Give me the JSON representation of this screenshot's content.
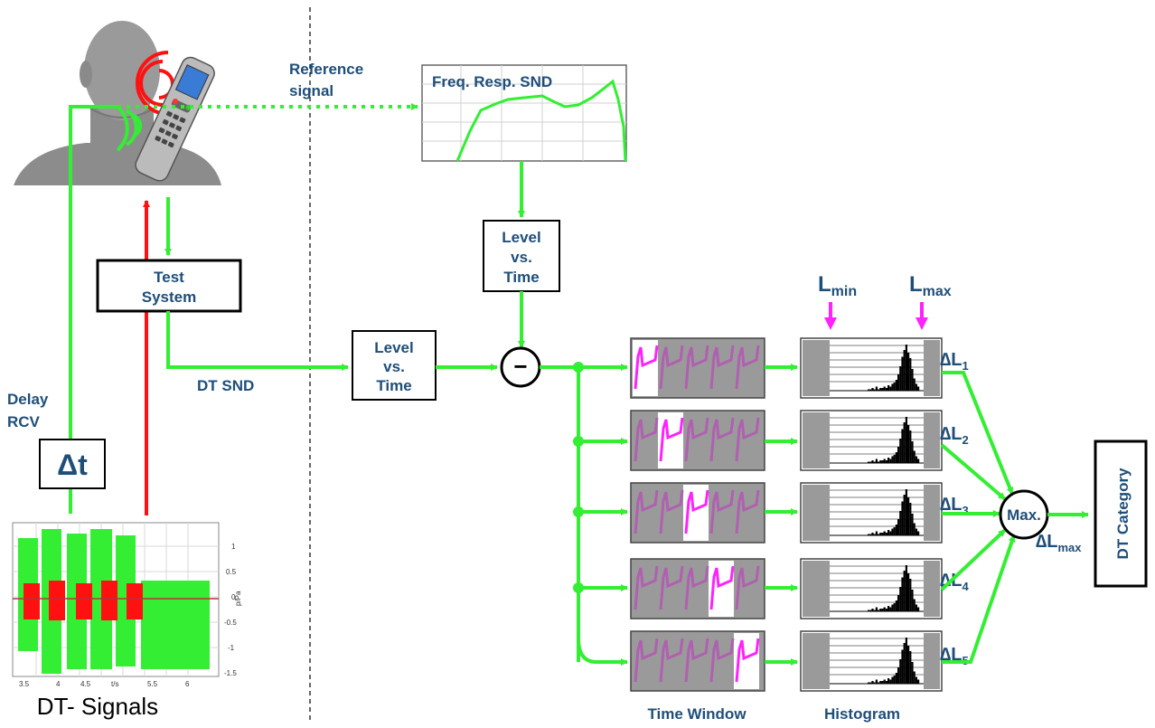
{
  "labels": {
    "reference_signal_1": "Reference",
    "reference_signal_2": "signal",
    "freq_resp_title": "Freq. Resp. SND",
    "level_vs_time_1": "Level",
    "level_vs_time_2": "vs.",
    "level_vs_time_3": "Time",
    "test_system_1": "Test",
    "test_system_2": "System",
    "dt_snd": "DT SND",
    "delay_rcv_1": "Delay",
    "delay_rcv_2": "RCV",
    "delta_t": "Δt",
    "dt_signals": "DT- Signals",
    "l_min": "L",
    "l_min_sub": "min",
    "l_max": "L",
    "l_max_sub": "max",
    "time_window": "Time Window",
    "histogram": "Histogram",
    "max": "Max.",
    "dt_category": "DT Category",
    "minus": "−"
  },
  "delta_levels": [
    {
      "sym": "∆L",
      "sub": "1"
    },
    {
      "sym": "∆L",
      "sub": "2"
    },
    {
      "sym": "∆L",
      "sub": "3"
    },
    {
      "sym": "∆L",
      "sub": "4"
    },
    {
      "sym": "∆L",
      "sub": "5"
    }
  ],
  "delta_lmax": {
    "sym": "∆L",
    "sub": "max"
  },
  "signal_plot": {
    "x_ticks": [
      "3.5",
      "4",
      "4.5",
      "t/s",
      "5.5",
      "6"
    ],
    "y_ticks": [
      "1",
      "0.5",
      "0",
      "-0.5",
      "-1",
      "-1.5"
    ],
    "y_unit": "p/Pa"
  },
  "colors": {
    "green": "#33ee33",
    "red": "#ff1111",
    "magenta": "#ff22ff",
    "label": "#1f4e79",
    "gray": "#9a9a9a"
  }
}
